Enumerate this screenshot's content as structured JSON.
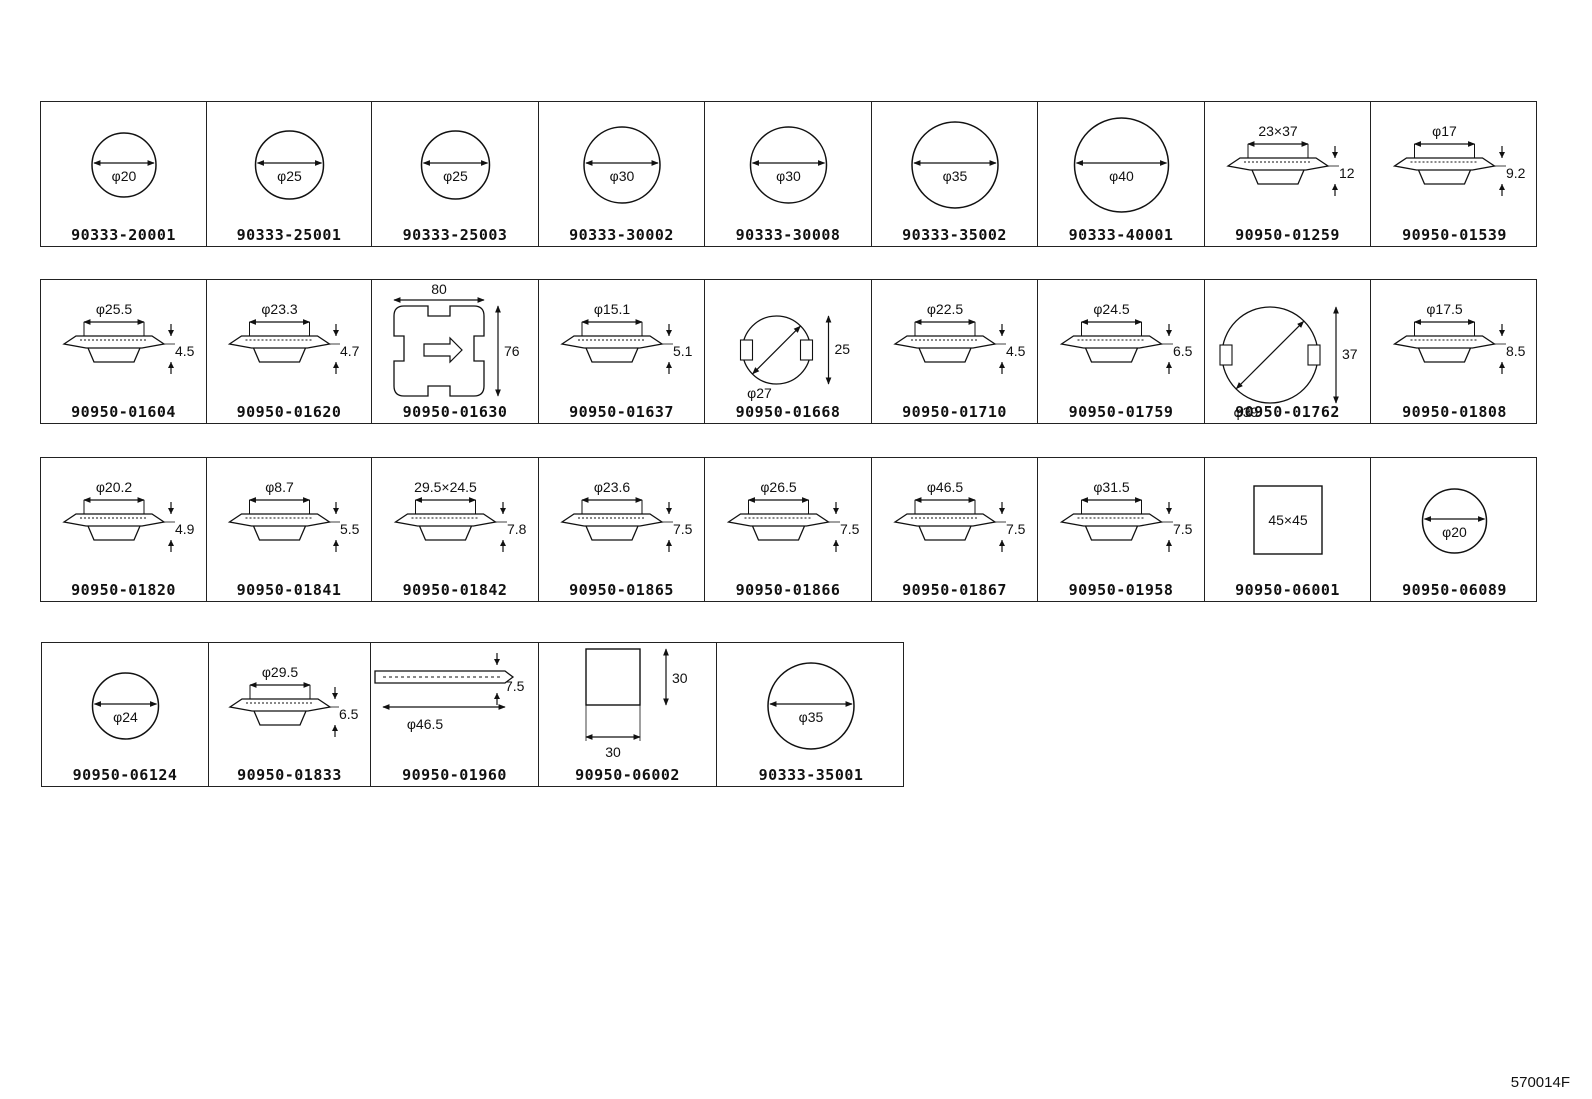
{
  "rows": [
    {
      "cells": [
        {
          "part": "90333-20001",
          "shape": "circle",
          "d": "φ20"
        },
        {
          "part": "90333-25001",
          "shape": "circle",
          "d": "φ25"
        },
        {
          "part": "90333-25003",
          "shape": "circle",
          "d": "φ25"
        },
        {
          "part": "90333-30002",
          "shape": "circle",
          "d": "φ30"
        },
        {
          "part": "90333-30008",
          "shape": "circle",
          "d": "φ30"
        },
        {
          "part": "90333-35002",
          "shape": "circle",
          "d": "φ35"
        },
        {
          "part": "90333-40001",
          "shape": "circle",
          "d": "φ40"
        },
        {
          "part": "90950-01259",
          "shape": "grommet",
          "top": "23×37",
          "side": "12"
        },
        {
          "part": "90950-01539",
          "shape": "grommet",
          "top": "φ17",
          "side": "9.2"
        }
      ]
    },
    {
      "cells": [
        {
          "part": "90950-01604",
          "shape": "grommet",
          "top": "φ25.5",
          "side": "4.5"
        },
        {
          "part": "90950-01620",
          "shape": "grommet",
          "top": "φ23.3",
          "side": "4.7"
        },
        {
          "part": "90950-01630",
          "shape": "arrowplate",
          "top": "80",
          "side": "76"
        },
        {
          "part": "90950-01637",
          "shape": "grommet",
          "top": "φ15.1",
          "side": "5.1"
        },
        {
          "part": "90950-01668",
          "shape": "notched",
          "diag": "φ27",
          "side": "25"
        },
        {
          "part": "90950-01710",
          "shape": "grommet",
          "top": "φ22.5",
          "side": "4.5"
        },
        {
          "part": "90950-01759",
          "shape": "grommet",
          "top": "φ24.5",
          "side": "6.5"
        },
        {
          "part": "90950-01762",
          "shape": "notched",
          "diag": "φ39",
          "side": "37"
        },
        {
          "part": "90950-01808",
          "shape": "grommet",
          "top": "φ17.5",
          "side": "8.5"
        }
      ]
    },
    {
      "cells": [
        {
          "part": "90950-01820",
          "shape": "grommet",
          "top": "φ20.2",
          "side": "4.9"
        },
        {
          "part": "90950-01841",
          "shape": "grommet",
          "top": "φ8.7",
          "side": "5.5"
        },
        {
          "part": "90950-01842",
          "shape": "grommet",
          "top": "29.5×24.5",
          "side": "7.8"
        },
        {
          "part": "90950-01865",
          "shape": "grommet",
          "top": "φ23.6",
          "side": "7.5"
        },
        {
          "part": "90950-01866",
          "shape": "grommet",
          "top": "φ26.5",
          "side": "7.5"
        },
        {
          "part": "90950-01867",
          "shape": "grommet",
          "top": "φ46.5",
          "side": "7.5"
        },
        {
          "part": "90950-01958",
          "shape": "grommet",
          "top": "φ31.5",
          "side": "7.5"
        },
        {
          "part": "90950-06001",
          "shape": "square",
          "label": "45×45"
        },
        {
          "part": "90950-06089",
          "shape": "circle",
          "d": "φ20"
        }
      ]
    },
    {
      "cells": [
        {
          "part": "90950-06124",
          "shape": "circle",
          "d": "φ24"
        },
        {
          "part": "90950-01833",
          "shape": "grommet",
          "top": "φ29.5",
          "side": "6.5"
        },
        {
          "part": "90950-01960",
          "shape": "flatplate",
          "bottom": "φ46.5",
          "side": "7.5"
        },
        {
          "part": "90950-06002",
          "shape": "squaredim",
          "bottom": "30",
          "side": "30"
        },
        {
          "part": "90333-35001",
          "shape": "circle",
          "d": "φ35"
        }
      ]
    }
  ],
  "footer_code": "570014F"
}
